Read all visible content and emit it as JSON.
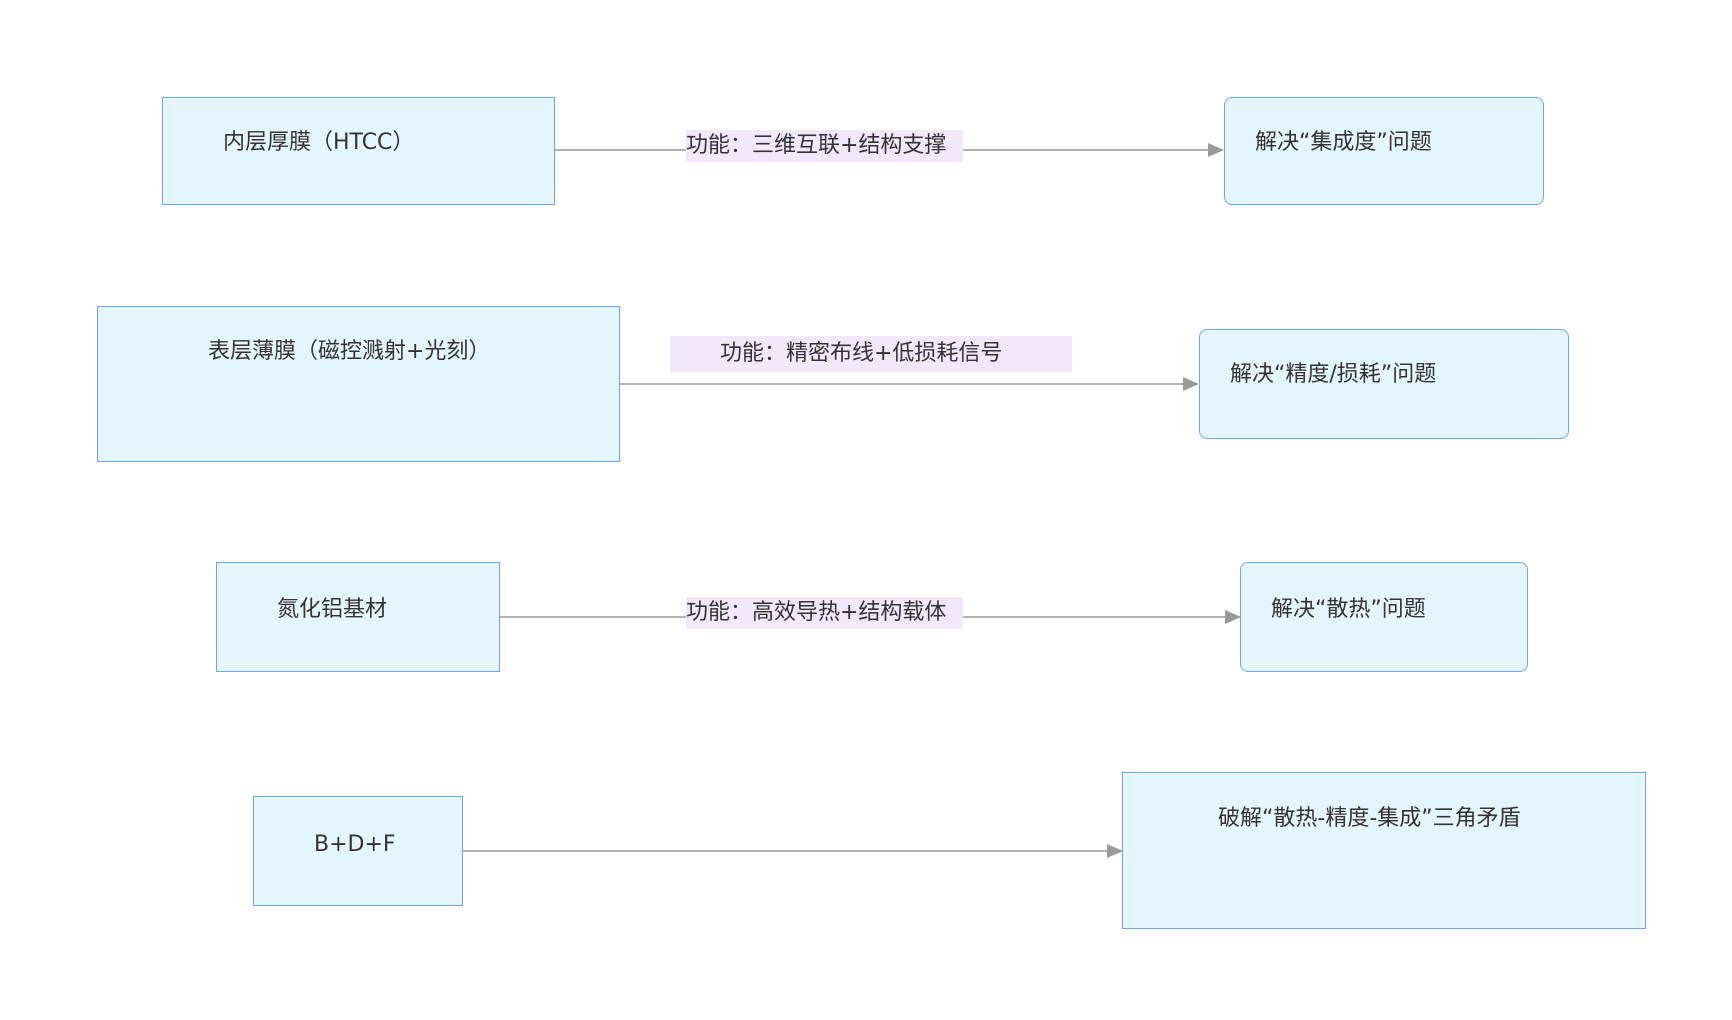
{
  "diagram": {
    "rows": [
      {
        "source": "内层厚膜（HTCC）",
        "edge_label": "功能：三维互联+结构支撑",
        "target": "解决“集成度”问题"
      },
      {
        "source": "表层薄膜（磁控溅射+光刻）",
        "edge_label": "功能：精密布线+低损耗信号",
        "target": "解决“精度/损耗”问题"
      },
      {
        "source": "氮化铝基材",
        "edge_label": "功能：高效导热+结构载体",
        "target": "解决“散热”问题"
      },
      {
        "source": "B+D+F",
        "edge_label": "",
        "target": "破解“散热-精度-集成”三角矛盾"
      }
    ],
    "colors": {
      "node_fill": "#e5f5fd",
      "node_border": "#6aa6f0",
      "edge_line": "#999999",
      "edge_label_fill": "#f1e8fb",
      "text": "#333333"
    }
  }
}
